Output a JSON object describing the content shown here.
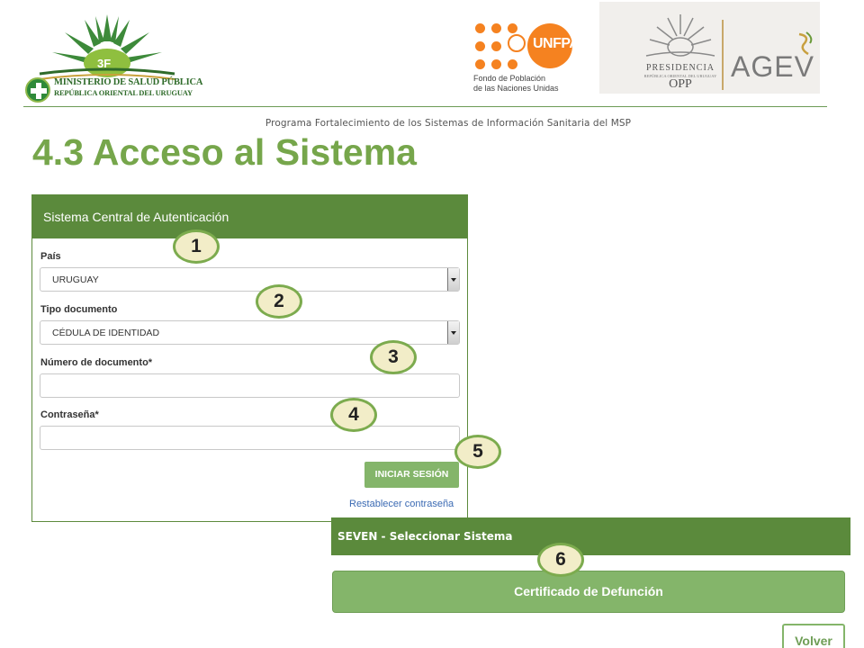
{
  "header": {
    "msp_line1": "MINISTERIO DE SALUD PÚBLICA",
    "msp_line2": "REPÚBLICA ORIENTAL DEL URUGUAY",
    "unfpa_word": "UNFPA",
    "unfpa_sub1": "Fondo de Población",
    "unfpa_sub2": "de las Naciones Unidas",
    "opp_line1": "PRESIDENCIA",
    "opp_line2": "REPÚBLICA ORIENTAL DEL URUGUAY",
    "opp_line3": "OPP",
    "agev_word": "AGEV",
    "program_line": "Programa Fortalecimiento de los Sistemas de  Información Sanitaria del MSP"
  },
  "page_title": "4.3 Acceso al Sistema",
  "login": {
    "header_title": "Sistema Central de Autenticación",
    "country_label": "País",
    "country_value": "URUGUAY",
    "doc_type_label": "Tipo documento",
    "doc_type_value": "CÉDULA DE IDENTIDAD",
    "doc_number_label": "Número de documento*",
    "doc_number_value": "",
    "password_label": "Contraseña*",
    "password_value": "",
    "submit_label": "INICIAR SESIÓN",
    "reset_label": "Restablecer contraseña"
  },
  "system_select": {
    "header_title": "SEVEN - Seleccionar Sistema",
    "system_button": "Certificado de Defunción",
    "back_button": "Volver"
  },
  "steps": [
    "1",
    "2",
    "3",
    "4",
    "5",
    "6"
  ],
  "colors": {
    "title_green": "#76a64b",
    "header_green": "#5b8a3c",
    "button_green": "#84b56a",
    "link_blue": "#3b6ab3",
    "badge_fill": "#f2edc8",
    "unfpa_orange": "#f58220"
  }
}
